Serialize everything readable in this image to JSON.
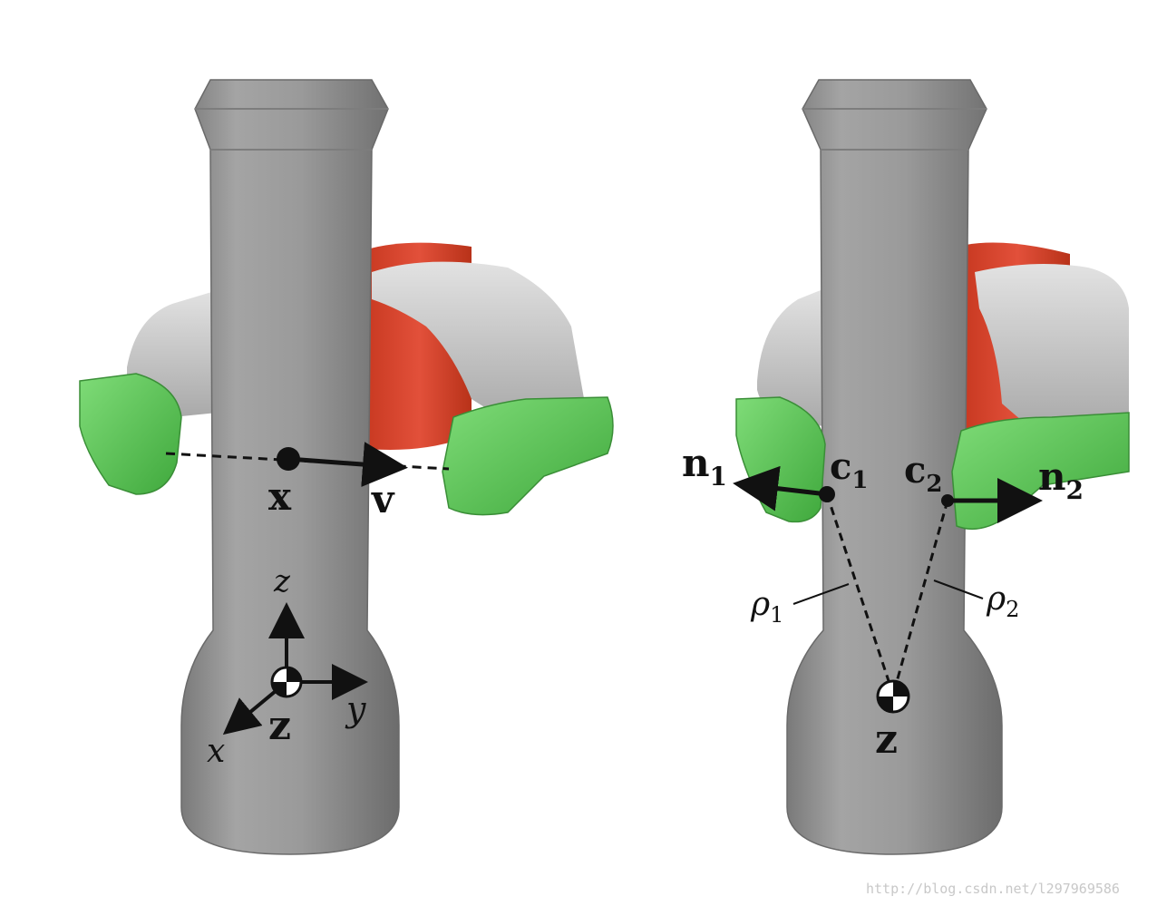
{
  "colors": {
    "body": "#9a9a9a",
    "body_dark": "#6e6e6e",
    "body_light": "#b8b8b8",
    "finger_grey": "#c9c9c9",
    "palm_red": "#d9442b",
    "pad_green": "#5cc65a",
    "ink": "#111111"
  },
  "left_panel": {
    "label_x": "x",
    "label_v": "v",
    "label_z_point": "z",
    "axis_x": "x",
    "axis_y": "y",
    "axis_z": "z"
  },
  "right_panel": {
    "label_n": "n",
    "label_n1_sub": "1",
    "label_n2_sub": "2",
    "label_c": "c",
    "label_c1_sub": "1",
    "label_c2_sub": "2",
    "label_rho": "ρ",
    "label_rho1_sub": "1",
    "label_rho2_sub": "2",
    "label_z_point": "z"
  },
  "watermark": "http://blog.csdn.net/l297969586"
}
